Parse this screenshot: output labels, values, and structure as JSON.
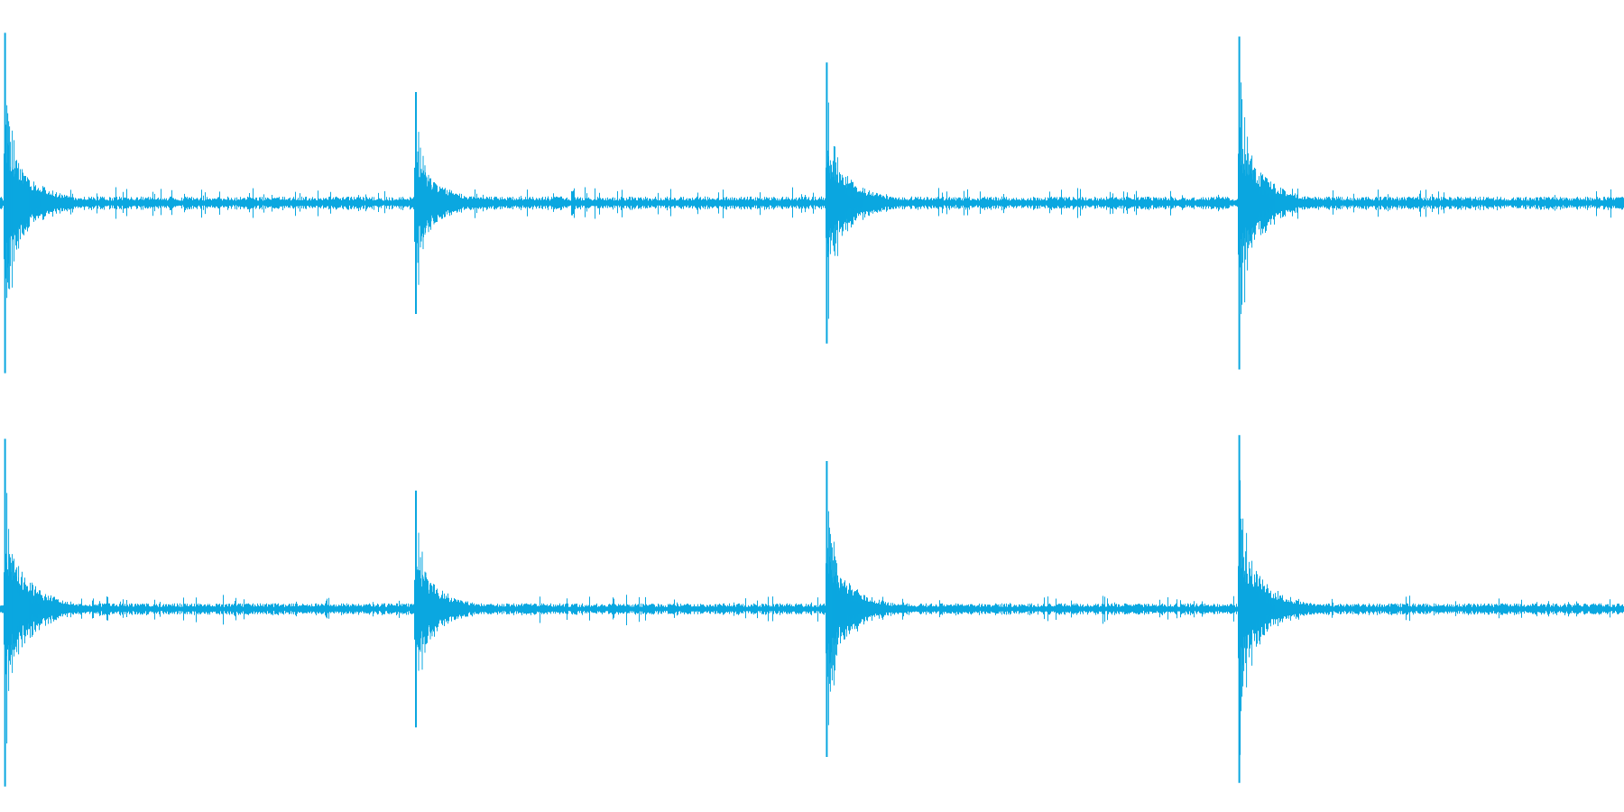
{
  "waveform": {
    "color": "#0aa7e0",
    "background": "#ffffff",
    "channels": [
      {
        "channel": "top",
        "transients_at_fraction_of_duration": [
          0.002,
          0.255,
          0.508,
          0.762
        ],
        "peak_up": [
          0.92,
          0.6,
          0.76,
          0.9
        ],
        "peak_down": [
          0.92,
          0.6,
          0.76,
          0.9
        ],
        "noise_floor": 0.025
      },
      {
        "channel": "bottom",
        "transients_at_fraction_of_duration": [
          0.002,
          0.255,
          0.508,
          0.762
        ],
        "peak_up": [
          0.92,
          0.64,
          0.8,
          0.94
        ],
        "peak_down": [
          0.96,
          0.64,
          0.8,
          0.94
        ],
        "noise_floor": 0.022
      }
    ]
  }
}
